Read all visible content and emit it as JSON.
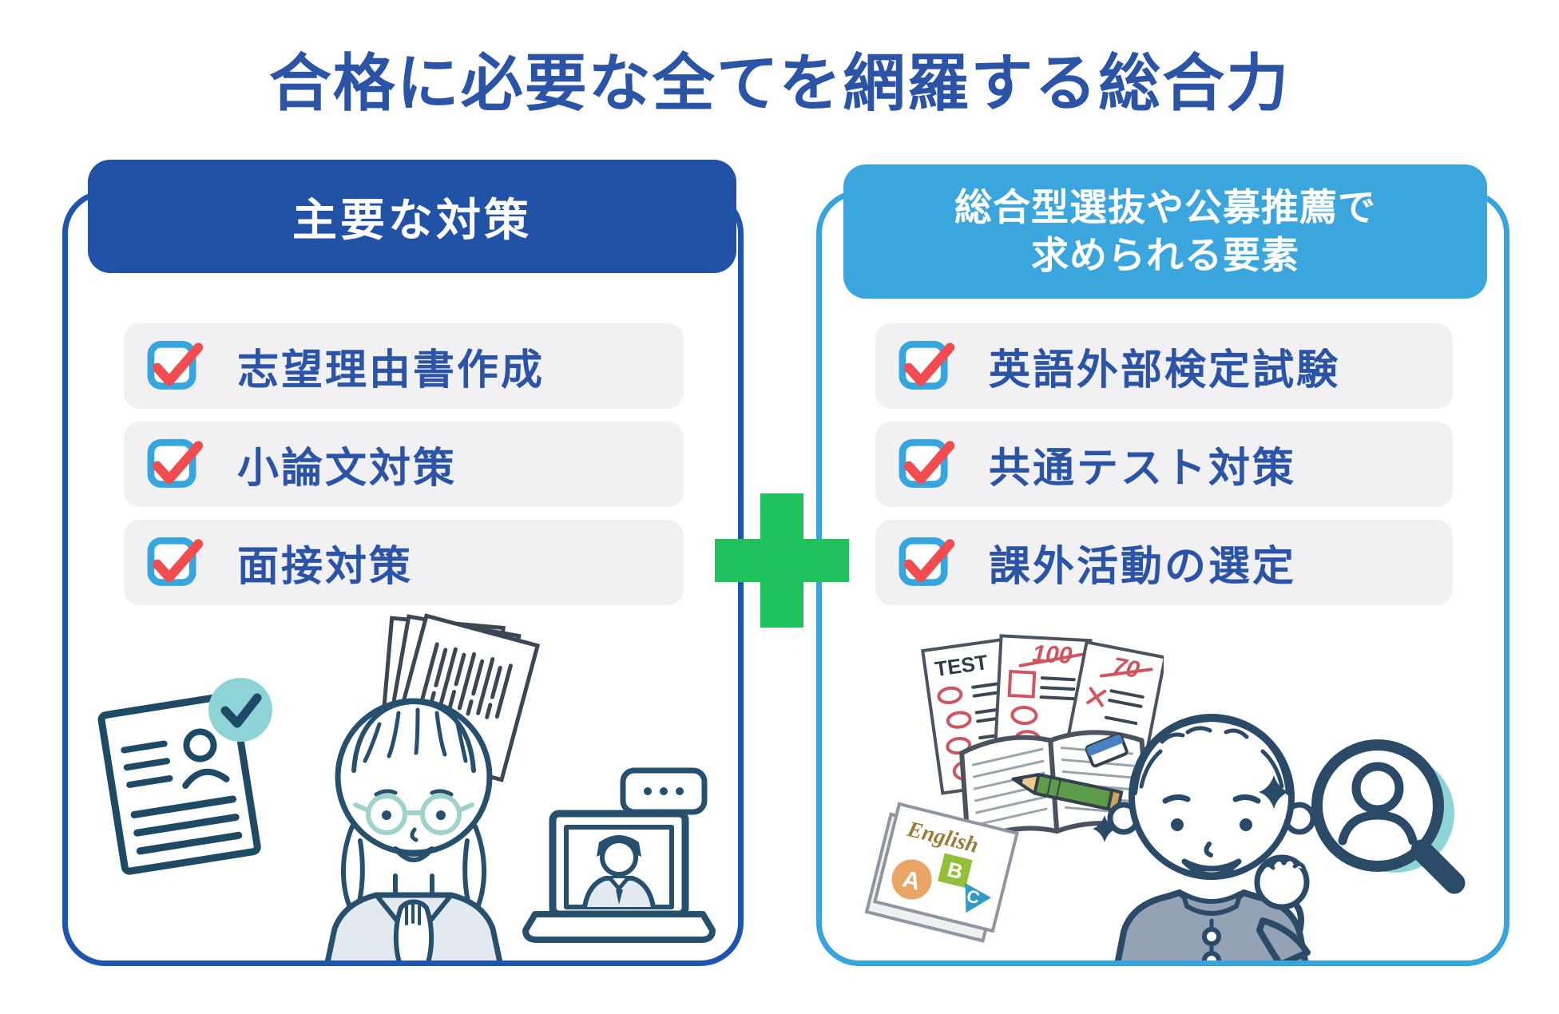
{
  "title": "合格に必要な全てを網羅する総合力",
  "left_panel": {
    "header": "主要な対策",
    "items": [
      {
        "label": "志望理由書作成"
      },
      {
        "label": "小論文対策"
      },
      {
        "label": "面接対策"
      }
    ]
  },
  "right_panel": {
    "header_line1": "総合型選抜や公募推薦で",
    "header_line2": "求められる要素",
    "items": [
      {
        "label": "英語外部検定試験"
      },
      {
        "label": "共通テスト対策"
      },
      {
        "label": "課外活動の選定"
      }
    ]
  },
  "illustrations": {
    "test_sheet_label": "TEST",
    "score_100": "100",
    "score_70": "70",
    "english_book_title": "English",
    "letter_a": "A",
    "letter_b": "B",
    "letter_c": "C"
  },
  "colors": {
    "title_text": "#2b53a6",
    "left_header_bg": "#2152a5",
    "left_panel_border": "#1e55ae",
    "right_header_bg": "#3ba6dd",
    "right_panel_border": "#37a4de",
    "list_item_bg": "#f1f1f3",
    "list_item_text": "#2b53a6",
    "checkbox_border": "#37a5de",
    "checkmark_red": "#f14c50",
    "plus_green": "#1fc25d",
    "illustration_navy": "#2a4a68",
    "teal_accent": "#8ed3d6",
    "uniform_gray_blue": "#93a2b5"
  }
}
